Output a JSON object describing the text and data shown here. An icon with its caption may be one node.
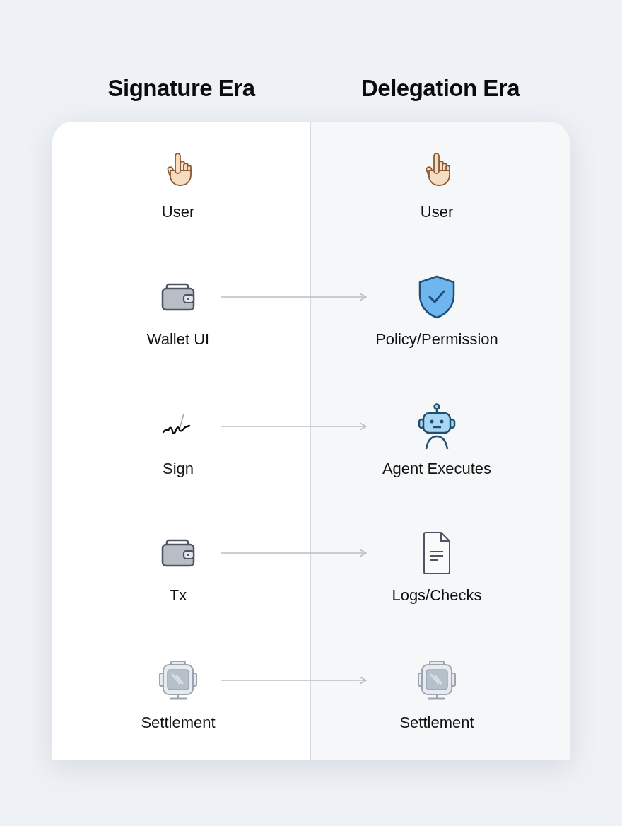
{
  "diagram": {
    "nodes": [
      {
        "text": [
          "Signature Era"
        ]
      },
      {
        "text": [
          "Delegation Era"
        ]
      },
      {
        "text": [
          "User"
        ],
        "in": 0
      },
      {
        "text": [
          "Wallet UI"
        ],
        "in": 0
      },
      {
        "text": [
          "Sign"
        ],
        "in": 0
      },
      {
        "text": [
          "Tx"
        ],
        "in": 0
      },
      {
        "text": [
          "Settlement"
        ],
        "in": 0
      },
      {
        "text": [
          "User"
        ],
        "in": 1
      },
      {
        "text": [
          "Policy/Permission"
        ],
        "in": 1
      },
      {
        "text": [
          "Agent Executes"
        ],
        "in": 1
      },
      {
        "text": [
          "Logs/Checks"
        ],
        "in": 1
      },
      {
        "text": [
          "Settlement"
        ],
        "in": 1
      }
    ],
    "edges": [
      {
        "from": 3,
        "to": 8,
        "arrow": "to"
      },
      {
        "from": 4,
        "to": 9,
        "arrow": "to"
      },
      {
        "from": 5,
        "to": 10,
        "arrow": "to"
      },
      {
        "from": 6,
        "to": 11,
        "arrow": "to"
      }
    ]
  }
}
